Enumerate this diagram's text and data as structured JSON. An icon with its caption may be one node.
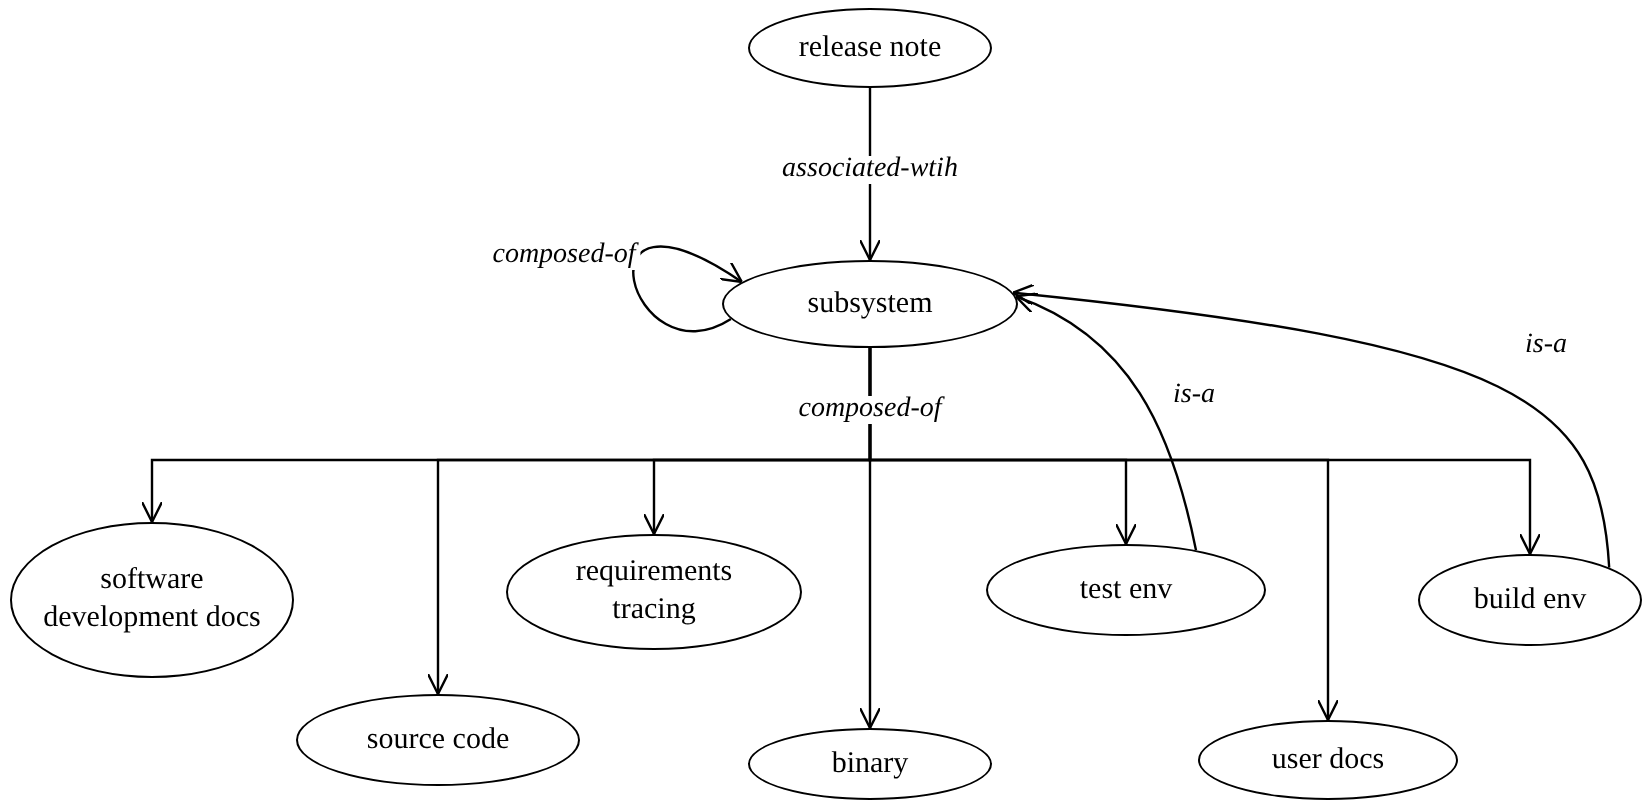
{
  "diagram": {
    "nodes": [
      {
        "text": [
          "release note"
        ]
      },
      {
        "text": [
          "subsystem"
        ]
      },
      {
        "text": [
          "software development docs"
        ]
      },
      {
        "text": [
          "source code"
        ]
      },
      {
        "text": [
          "requirements tracing"
        ]
      },
      {
        "text": [
          "binary"
        ]
      },
      {
        "text": [
          "test env"
        ]
      },
      {
        "text": [
          "user docs"
        ]
      },
      {
        "text": [
          "build env"
        ]
      }
    ],
    "edges": [
      {
        "from": 0,
        "to": 1,
        "arrow": "to",
        "label": "associated-wtih"
      },
      {
        "from": 1,
        "to": 1,
        "arrow": "to",
        "label": "composed-of"
      },
      {
        "from": 1,
        "to": 2,
        "arrow": "to"
      },
      {
        "from": 1,
        "to": 3,
        "arrow": "to"
      },
      {
        "from": 1,
        "to": 4,
        "arrow": "to"
      },
      {
        "from": 1,
        "to": 5,
        "arrow": "to",
        "label": "composed-of"
      },
      {
        "from": 1,
        "to": 6,
        "arrow": "to"
      },
      {
        "from": 1,
        "to": 7,
        "arrow": "to"
      },
      {
        "from": 1,
        "to": 8,
        "arrow": "to"
      },
      {
        "from": 6,
        "to": 1,
        "arrow": "to",
        "label": "is-a"
      },
      {
        "from": 8,
        "to": 1,
        "arrow": "to",
        "label": "is-a"
      }
    ]
  }
}
